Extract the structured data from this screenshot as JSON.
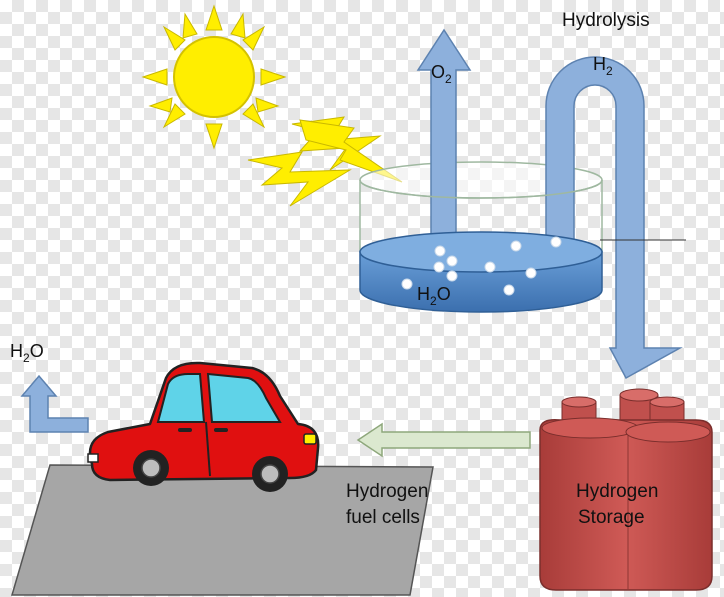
{
  "labels": {
    "hydrolysis": "Hydrolysis",
    "h2_pipe": "H",
    "h2_pipe_sub": "2",
    "o2": "O",
    "o2_sub": "2",
    "water": "H",
    "water_sub": "2",
    "water_tail": "O",
    "exhaust": "H",
    "exhaust_sub": "2",
    "exhaust_tail": "O",
    "fuel_line1": "Hydrogen",
    "fuel_line2": "fuel cells",
    "storage_line1": "Hydrogen",
    "storage_line2": "Storage"
  },
  "colors": {
    "sun": "#ffee00",
    "bolt": "#ffee00",
    "arrow_blue": "#8db0dc",
    "water": "#4f86c6",
    "tank": "#c0504d",
    "car_body": "#e01010",
    "car_window": "#5fd3e8",
    "road": "#a6a6a6",
    "flow_arrow": "#dbe8cf"
  },
  "icons": [
    "sun-icon",
    "lightning-bolt-icon",
    "car-icon",
    "hydrogen-tank-icon"
  ]
}
